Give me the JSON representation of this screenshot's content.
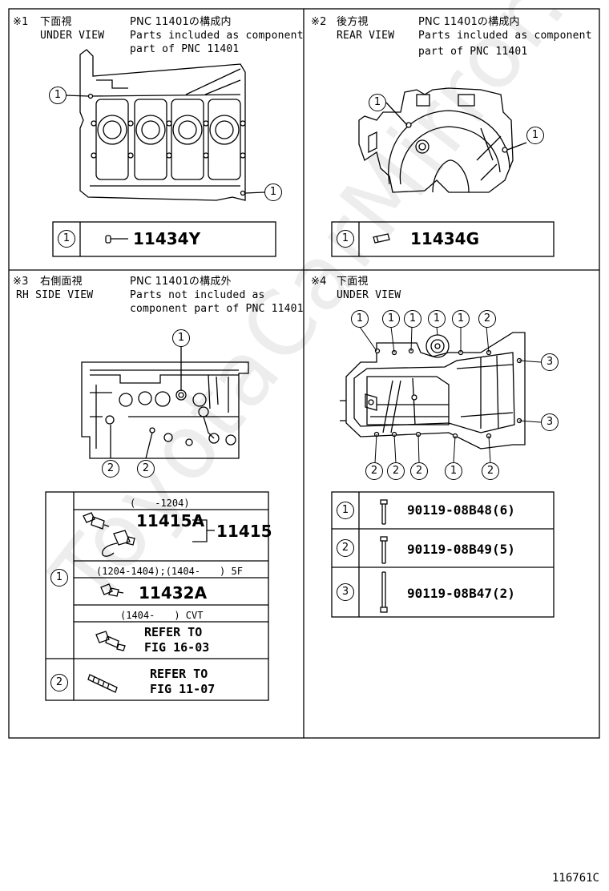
{
  "watermark": "ToyotaCarMirror.ru",
  "figure_number": "116761C",
  "panels": {
    "p1": {
      "mark": "※1",
      "view_jp": "下面視",
      "view_en": "UNDER VIEW",
      "pnc_jp": "PNC 11401の構成内",
      "note_line1": "Parts included as component",
      "note_line2": "part of PNC 11401",
      "callout": "1",
      "part_number": "11434Y"
    },
    "p2": {
      "mark": "※2",
      "view_jp": "後方視",
      "view_en": "REAR VIEW",
      "pnc_jp": "PNC 11401の構成内",
      "note_line1": "Parts included as component",
      "note_line2": "part of PNC 11401",
      "callout": "1",
      "part_number": "11434G"
    },
    "p3": {
      "mark": "※3",
      "view_jp": "右側面視",
      "view_en": "RH SIDE VIEW",
      "pnc_jp": "PNC 11401の構成外",
      "note_line1": "Parts not included as",
      "note_line2": "component part of PNC 11401",
      "callouts": [
        "1",
        "2"
      ],
      "rows": {
        "r1_note": "(　　-1204)",
        "r1_part_a": "11415A",
        "r1_part_b": "11415",
        "r2_note": "(1204-1404);(1404-　　) 5F",
        "r2_part": "11432A",
        "r3_note": "(1404-　　) CVT",
        "r3_ref1": "REFER TO",
        "r3_ref2": "FIG 16-03",
        "r4_ref1": "REFER TO",
        "r4_ref2": "FIG 11-07"
      }
    },
    "p4": {
      "mark": "※4",
      "view_jp": "下面視",
      "view_en": "UNDER VIEW",
      "callouts": [
        "1",
        "2",
        "3"
      ],
      "bolts": [
        {
          "callout": "1",
          "part": "90119-08B48(6)"
        },
        {
          "callout": "2",
          "part": "90119-08B49(5)"
        },
        {
          "callout": "3",
          "part": "90119-08B47(2)"
        }
      ]
    }
  }
}
